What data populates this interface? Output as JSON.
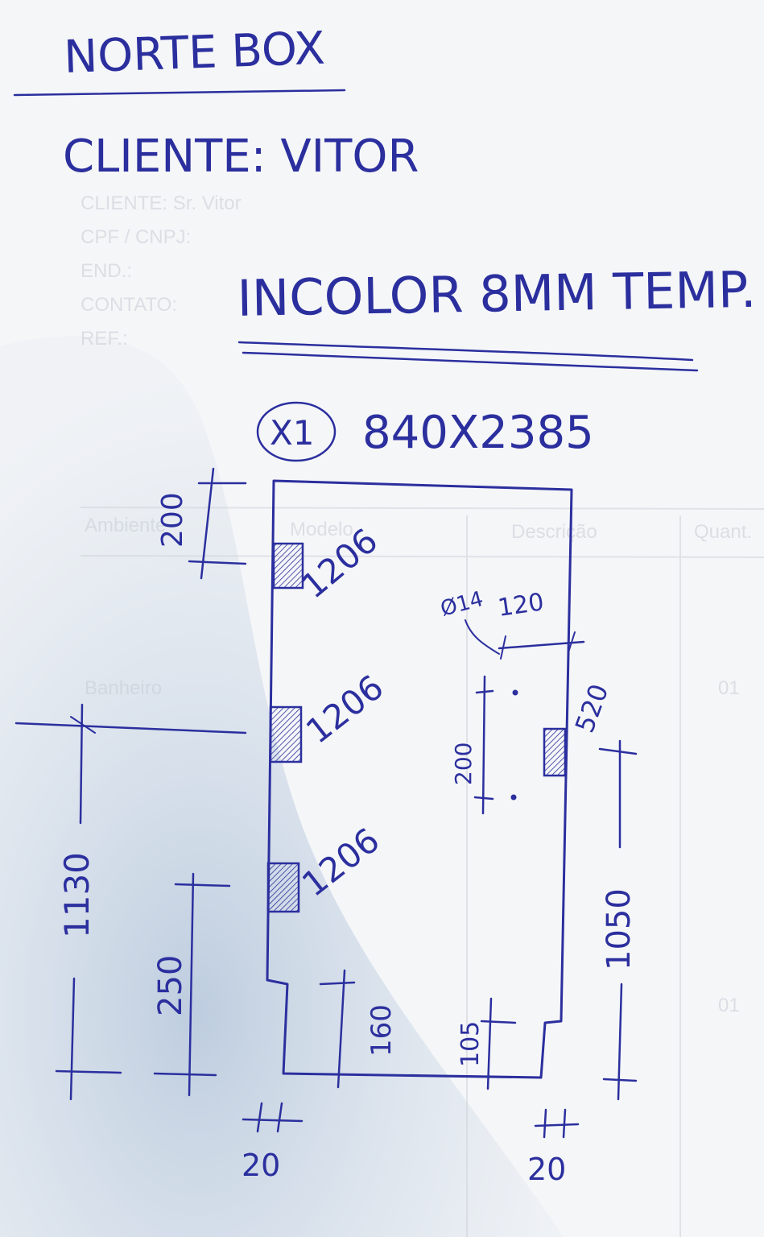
{
  "header": {
    "company": "NORTE BOX",
    "client_line": "CLIENTE: VITOR",
    "glass_spec": "INCOLOR 8MM TEMP."
  },
  "piece": {
    "quantity": "X1",
    "size": "840X2385"
  },
  "hardware": {
    "hinge_label_1": "1206",
    "hinge_label_2": "1206",
    "hinge_label_3": "1206",
    "hole_diameter": "Ø14"
  },
  "dimensions": {
    "top_hinge_offset": "200",
    "hole_offset": "120",
    "hole_spacing": "200",
    "right_offset": "520",
    "right_lower": "1050",
    "left_mid": "1130",
    "left_low": "250",
    "notch_left_height": "160",
    "notch_right_height": "105",
    "notch_left_width": "20",
    "notch_right_width": "20"
  },
  "background_print": {
    "lines": [
      "CLIENTE: Sr. Vitor",
      "CPF / CNPJ:",
      "END.:",
      "CONTATO:",
      "REF.:"
    ],
    "col_headers": [
      "Ambiente",
      "Modelo",
      "Descrição",
      "Quant."
    ],
    "cell_ambiente": "Banheiro",
    "cell_quant_1": "01",
    "cell_quant_2": "01"
  },
  "colors": {
    "ink": "#2b2f9e",
    "paper": "#f4f5f7",
    "shadow": "#c9d6e6"
  }
}
